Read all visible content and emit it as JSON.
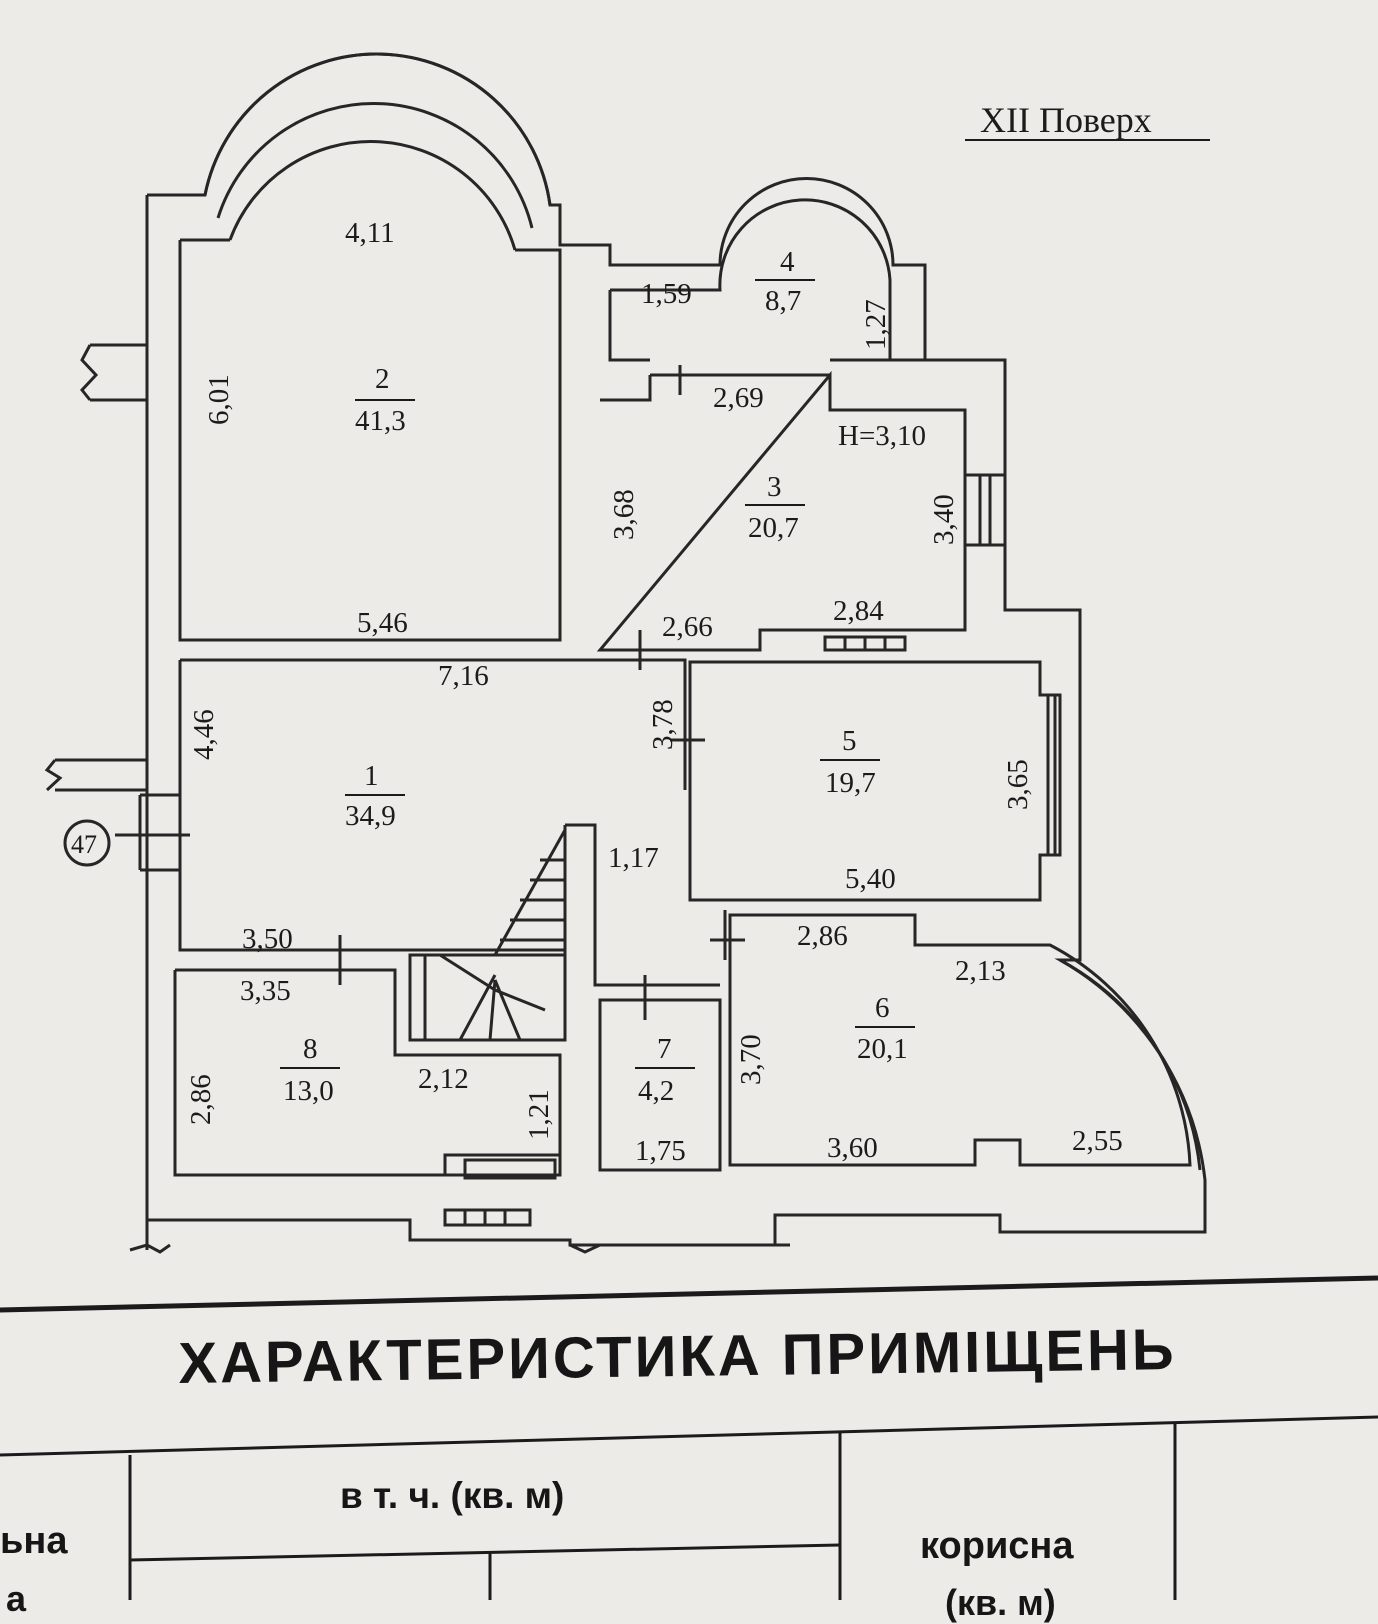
{
  "floor_title": "XII Поверх",
  "height_note": "H=3,10",
  "marker": "47",
  "rooms": [
    {
      "number": "1",
      "area": "34,9"
    },
    {
      "number": "2",
      "area": "41,3"
    },
    {
      "number": "3",
      "area": "20,7"
    },
    {
      "number": "4",
      "area": "8,7"
    },
    {
      "number": "5",
      "area": "19,7"
    },
    {
      "number": "6",
      "area": "20,1"
    },
    {
      "number": "7",
      "area": "4,2"
    },
    {
      "number": "8",
      "area": "13,0"
    }
  ],
  "dimensions": {
    "bay_width": "4,11",
    "r2_height": "6,01",
    "r2_width": "5,46",
    "r4_width": "1,59",
    "r4_side": "1,27",
    "r3_top": "2,69",
    "r3_left": "3,68",
    "r3_right": "3,40",
    "r3_bottom_right": "2,84",
    "r3_bottom_left": "2,66",
    "r1_width": "7,16",
    "r1_height": "4,46",
    "r1_side": "3,78",
    "r5_height": "3,65",
    "r5_width": "5,40",
    "hall": "1,17",
    "r1_bottom": "3,50",
    "r8_width": "3,35",
    "r8_height": "2,86",
    "r8_step": "2,12",
    "r8_side": "1,21",
    "r6_top": "2,86",
    "r6_side": "2,13",
    "r6_height": "3,70",
    "r6_bottom": "3,60",
    "r6_arc": "2,55",
    "r7_width": "1,75"
  },
  "table": {
    "heading": "ХАРАКТЕРИСТИКА ПРИМІЩЕНЬ",
    "including": "в т. ч. (кв. м)",
    "useful": "корисна",
    "useful_unit": "(кв. м)",
    "left_fragment_1": "ьна",
    "left_fragment_2": "а"
  }
}
